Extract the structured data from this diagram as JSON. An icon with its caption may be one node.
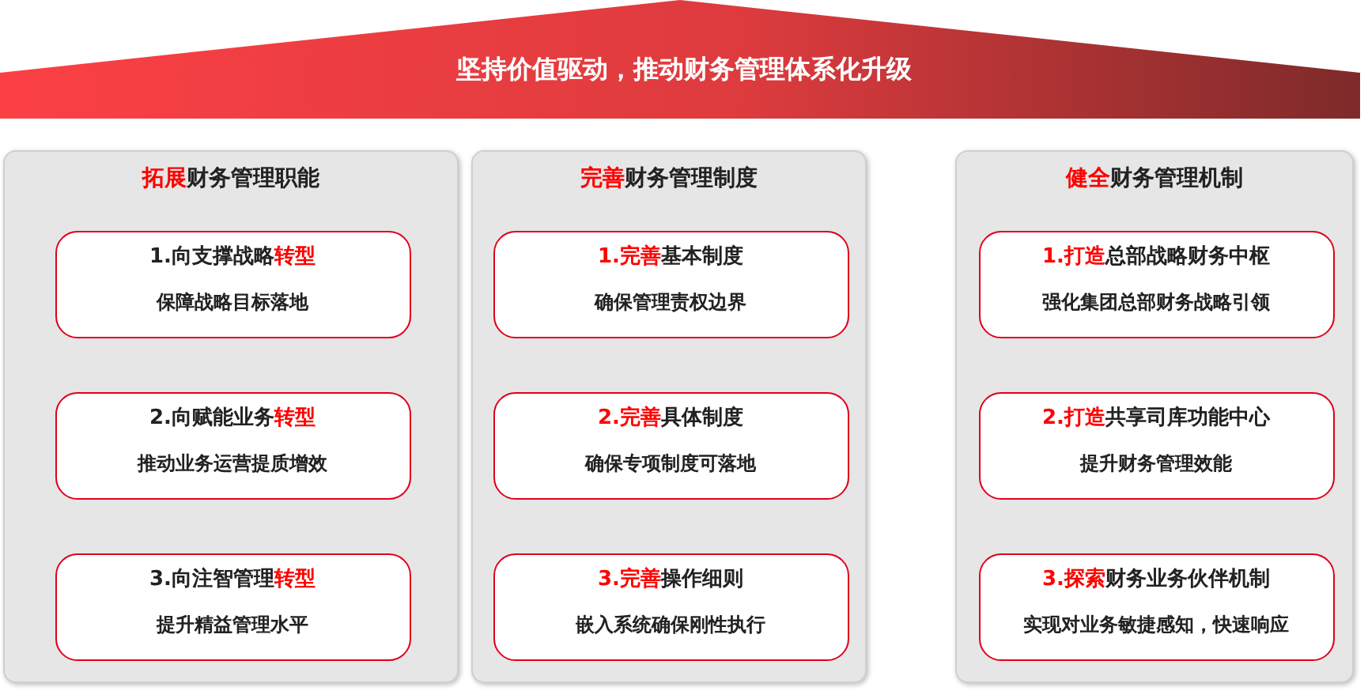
{
  "diagram": {
    "nodes": [
      {
        "text": [
          "坚持价值驱动，推动财务管理体系化升级"
        ]
      },
      {
        "text": [
          "**拓展**财务管理职能"
        ]
      },
      {
        "text": [
          "1.向支撑战略**转型**",
          "保障战略目标落地"
        ],
        "in": 1
      },
      {
        "text": [
          "2.向赋能业务**转型**",
          "推动业务运营提质增效"
        ],
        "in": 1
      },
      {
        "text": [
          "3.向注智管理**转型**",
          "提升精益管理水平"
        ],
        "in": 1
      },
      {
        "text": [
          "**完善**财务管理制度"
        ]
      },
      {
        "text": [
          "**1.完善**基本制度",
          "确保管理责权边界"
        ],
        "in": 5
      },
      {
        "text": [
          "**2.完善**具体制度",
          "确保专项制度可落地"
        ],
        "in": 5
      },
      {
        "text": [
          "**3.完善**操作细则",
          "嵌入系统确保刚性执行"
        ],
        "in": 5
      },
      {
        "text": [
          "**健全**财务管理机制"
        ]
      },
      {
        "text": [
          "**1.打造**总部战略财务中枢",
          "强化集团总部财务战略引领"
        ],
        "in": 9
      },
      {
        "text": [
          "**2.打造**共享司库功能中心",
          "提升财务管理效能"
        ],
        "in": 9
      },
      {
        "text": [
          "**3.探索**财务业务伙伴机制",
          "实现对业务敏捷感知，快速响应"
        ],
        "in": 9
      }
    ]
  }
}
